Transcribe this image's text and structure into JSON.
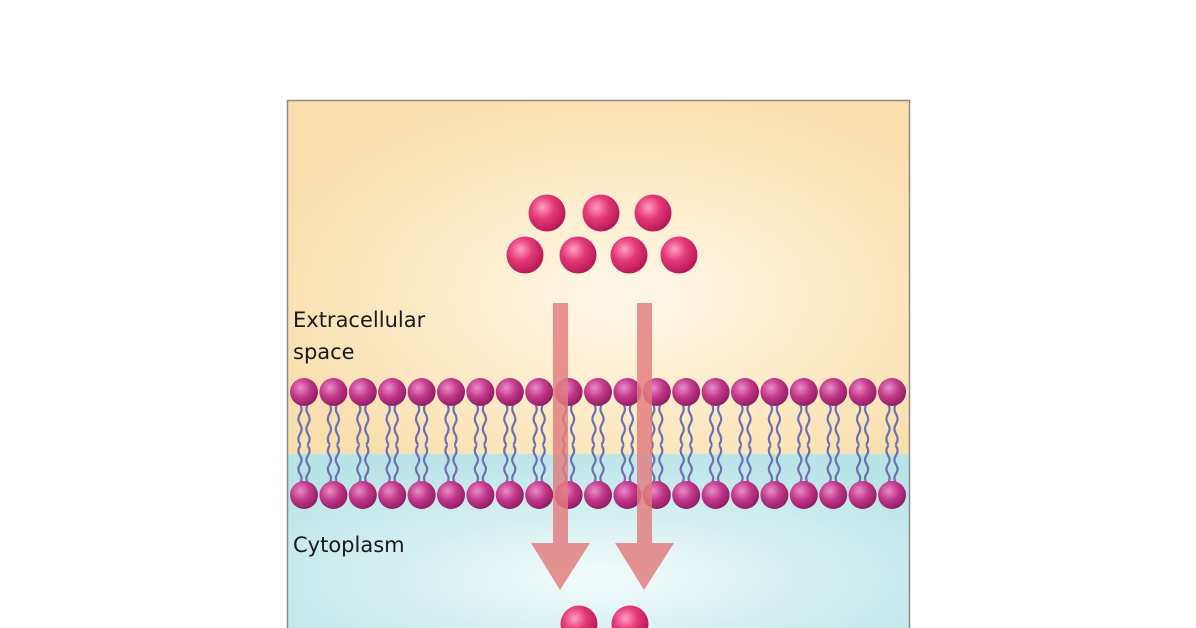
{
  "labels": {
    "extracellular_line1": "Extracellular",
    "extracellular_line2": "space",
    "cytoplasm": "Cytoplasm"
  },
  "colors": {
    "extracellular_bg": "#fbe6be",
    "cytoplasm_bg": "#c9ebee",
    "molecule": "#e2326f",
    "phospholipid_head": "#c2388a",
    "lipid_tail": "#6f70b0",
    "arrow": "#e27c7e",
    "border": "#8a8a8a"
  },
  "diagram": {
    "molecules_outside": 7,
    "molecules_inside": 2,
    "arrows": 2,
    "arrow_direction": "down",
    "head_count_per_leaflet": 21
  }
}
